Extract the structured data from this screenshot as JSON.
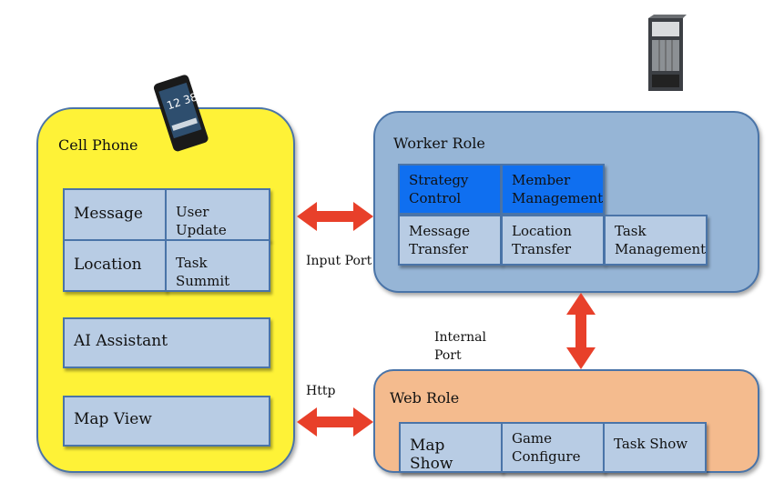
{
  "cell_phone": {
    "title": "Cell Phone",
    "icon": "mobile-phone-icon",
    "modules": [
      {
        "label": "Message"
      },
      {
        "label": "User Update"
      },
      {
        "label": "Location"
      },
      {
        "label": "Task Summit"
      },
      {
        "label": "AI Assistant"
      },
      {
        "label": "Map View"
      }
    ]
  },
  "worker_role": {
    "title": "Worker Role",
    "icon": "server-icon",
    "modules": [
      {
        "label": "Strategy Control",
        "line1": "Strategy",
        "line2": "Control"
      },
      {
        "label": "Member Management",
        "line1": "Member",
        "line2": "Management"
      },
      {
        "label": "Message Transfer",
        "line1": "Message",
        "line2": "Transfer"
      },
      {
        "label": "Location Transfer",
        "line1": "Location",
        "line2": "Transfer"
      },
      {
        "label": "Task Management",
        "line1": "Task",
        "line2": "Management"
      }
    ]
  },
  "web_role": {
    "title": "Web Role",
    "modules": [
      {
        "label": "Map Show"
      },
      {
        "label": "Game Configure",
        "line1": "Game",
        "line2": "Configure"
      },
      {
        "label": "Task Show"
      }
    ]
  },
  "connections": {
    "input_port": "Input Port",
    "internal_port_line1": "Internal",
    "internal_port_line2": "Port",
    "http": "Http"
  },
  "colors": {
    "cell_phone_fill": "#fef237",
    "worker_fill": "#96b5d6",
    "web_fill": "#f4bb8e",
    "module_fill": "#b8cce4",
    "highlight_module_fill": "#0f6ff0",
    "arrow": "#e8402a",
    "border": "#4a74a8"
  }
}
